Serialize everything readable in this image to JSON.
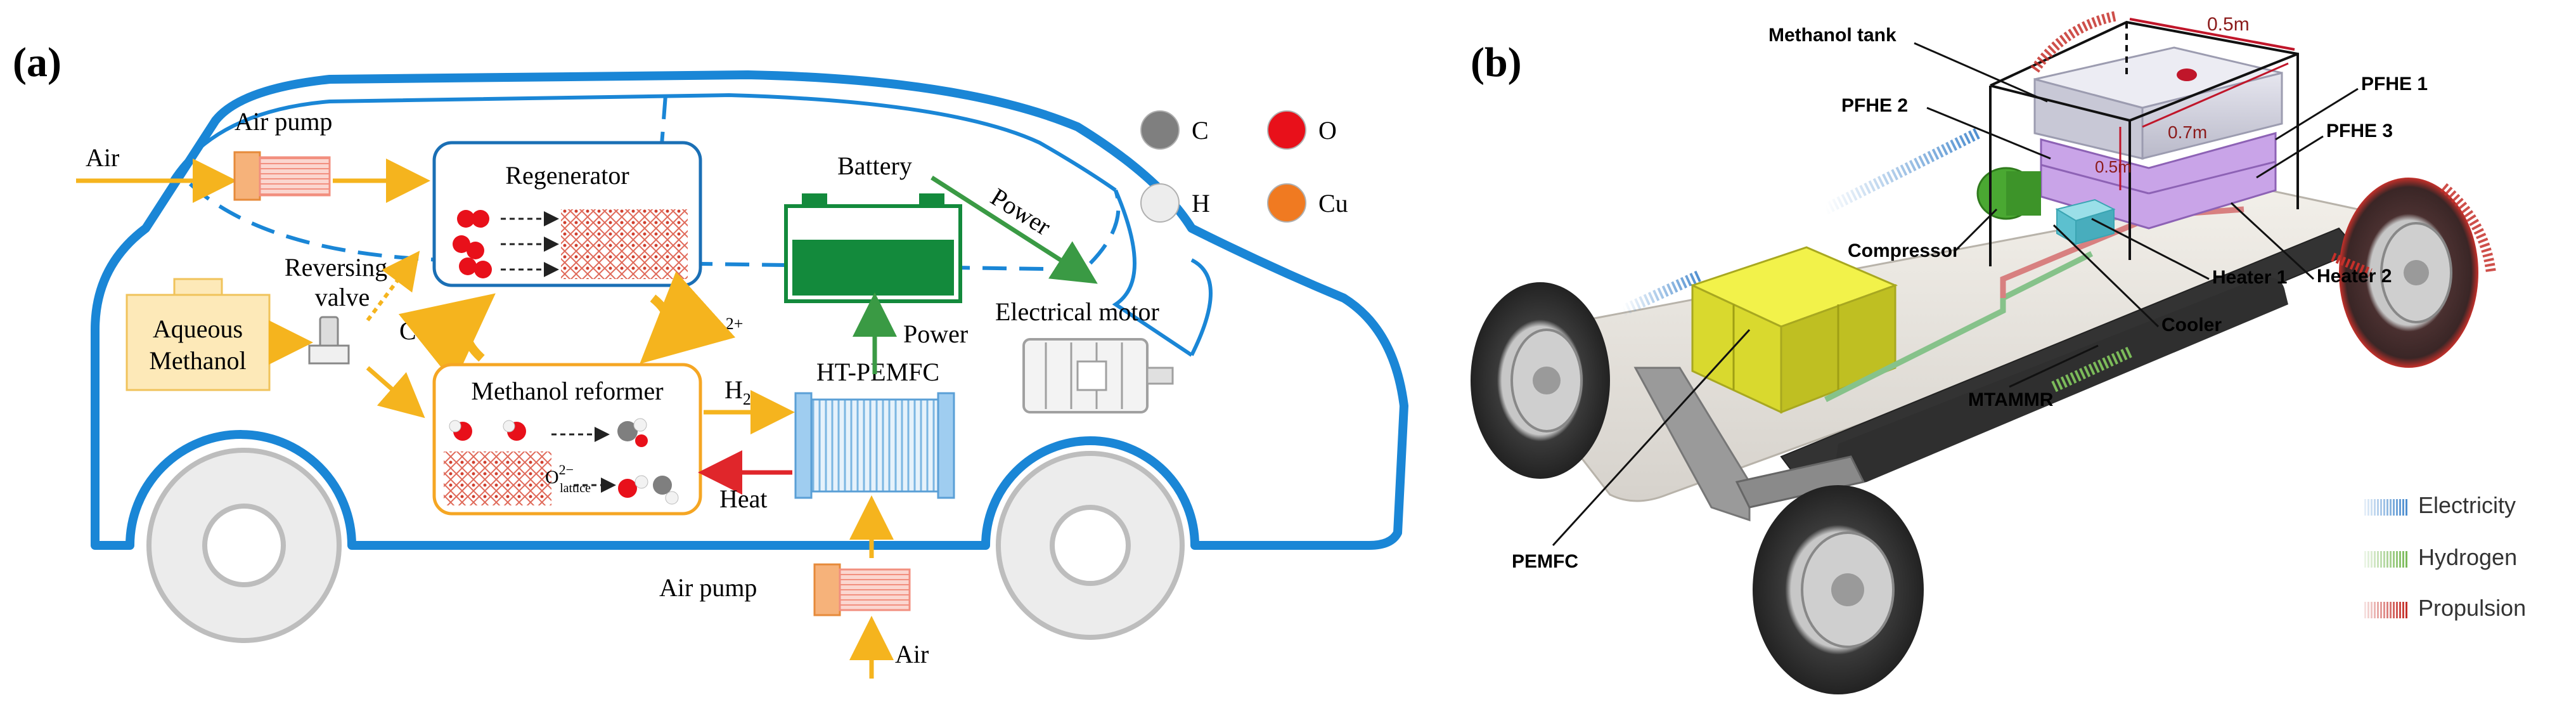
{
  "panel_a": {
    "label": "(a)",
    "air_in": "Air",
    "air_pump_top": "Air pump",
    "regenerator": "Regenerator",
    "battery": "Battery",
    "power_diag": "Power",
    "power_up": "Power",
    "reversing_valve_1": "Reversing",
    "reversing_valve_2": "valve",
    "aqueous_1": "Aqueous",
    "aqueous_2": "Methanol",
    "cu": "Cu",
    "cu2": "Cu",
    "cu2_sup": "2+",
    "methanol_reformer": "Methanol reformer",
    "h2": "H",
    "h2_sub": "2",
    "ht_pemfc": "HT-PEMFC",
    "electrical_motor": "Electrical motor",
    "o_lattice": "O",
    "o_lattice_sup": "2−",
    "o_lattice_sub": "lattice",
    "heat": "Heat",
    "air_pump_bottom": "Air pump",
    "air_bottom": "Air",
    "legend": [
      {
        "symbol": "C",
        "color": "#7f7f7f"
      },
      {
        "symbol": "O",
        "color": "#e8101a"
      },
      {
        "symbol": "H",
        "color": "#ededed"
      },
      {
        "symbol": "Cu",
        "color": "#f07a21"
      }
    ],
    "colors": {
      "car_outline": "#1a86d6",
      "flow": "#f5b41e",
      "power": "#3a9a44",
      "heat": "#e0262b",
      "battery": "#138a3c"
    }
  },
  "panel_b": {
    "label": "(b)",
    "methanol_tank": "Methanol tank",
    "dim_05a": "0.5m",
    "dim_07": "0.7m",
    "dim_05b": "0.5m",
    "pfhe1": "PFHE 1",
    "pfhe2": "PFHE 2",
    "pfhe3": "PFHE 3",
    "compressor": "Compressor",
    "heater1": "Heater 1",
    "heater2": "Heater 2",
    "cooler": "Cooler",
    "mtammr": "MTAMMR",
    "pemfc": "PEMFC",
    "legend": [
      {
        "label": "Electricity",
        "color": "#4f8fd0"
      },
      {
        "label": "Hydrogen",
        "color": "#7cbb5a"
      },
      {
        "label": "Propulsion",
        "color": "#c5302a"
      }
    ]
  }
}
